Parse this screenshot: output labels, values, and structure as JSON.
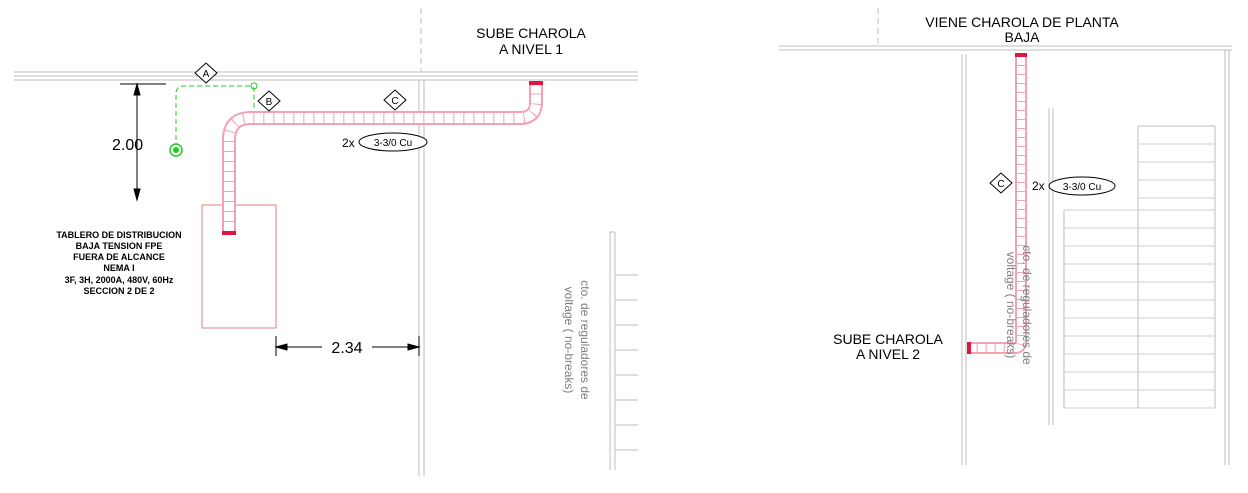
{
  "left_plan": {
    "sube_charola": [
      "SUBE CHAROLA",
      "A NIVEL 1"
    ],
    "dimension_vertical": "2.00",
    "dimension_horizontal": "2.34",
    "tag_a": "A",
    "tag_b": "B",
    "tag_c": "C",
    "cable_multiplier": "2x",
    "cable_spec": "3-3/0 Cu",
    "tablero_lines": [
      "TABLERO DE DISTRIBUCION",
      "BAJA TENSION FPE",
      "FUERA DE ALCANCE",
      "NEMA I",
      "3F, 3H, 2000A, 480V, 60Hz",
      "SECCION 2 DE 2"
    ],
    "room_label": [
      "cto. de reguladores de",
      "voltage ( no-breaks)"
    ]
  },
  "right_plan": {
    "viene_charola": [
      "VIENE CHAROLA DE PLANTA",
      "BAJA"
    ],
    "sube_charola": [
      "SUBE CHAROLA",
      "A NIVEL 2"
    ],
    "tag_c": "C",
    "cable_multiplier": "2x",
    "cable_spec": "3-3/0 Cu",
    "room_label": [
      "cto. de reguladores de",
      "voltage ( no-breaks)"
    ]
  },
  "colors": {
    "tray": "#f2a2b4",
    "tray_end": "#e0143c",
    "ground": "#22cc22",
    "wall": "#bdbdbd"
  }
}
